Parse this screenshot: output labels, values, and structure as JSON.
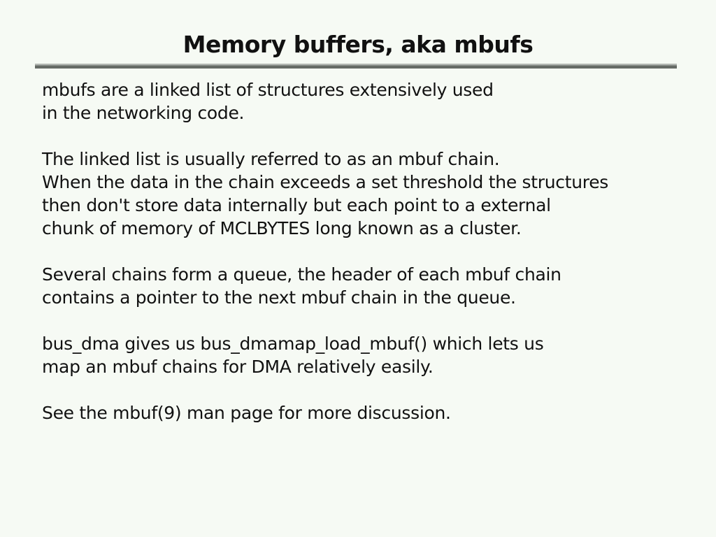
{
  "colors": {
    "background": "#f6faf4",
    "text": "#111111",
    "rule_top": "#b3b7b3",
    "rule_bottom": "#666b66"
  },
  "slide": {
    "title": "Memory buffers, aka mbufs",
    "paragraphs": [
      {
        "lines": [
          "mbufs are a linked list of structures extensively used",
          "in the networking code."
        ]
      },
      {
        "lines": [
          "The linked list is usually referred to as an mbuf chain.",
          "When the data in the chain exceeds a set threshold the structures",
          "then don't store data internally but each point to a external",
          "chunk of memory of MCLBYTES long known as a cluster."
        ]
      },
      {
        "lines": [
          "Several chains form a queue, the header of each mbuf chain",
          "contains a pointer to the next mbuf chain in the queue."
        ]
      },
      {
        "lines": [
          "bus_dma gives us bus_dmamap_load_mbuf() which lets us",
          "map an mbuf chains for DMA relatively easily."
        ]
      },
      {
        "lines": [
          "See the mbuf(9) man page for more discussion."
        ]
      }
    ]
  }
}
